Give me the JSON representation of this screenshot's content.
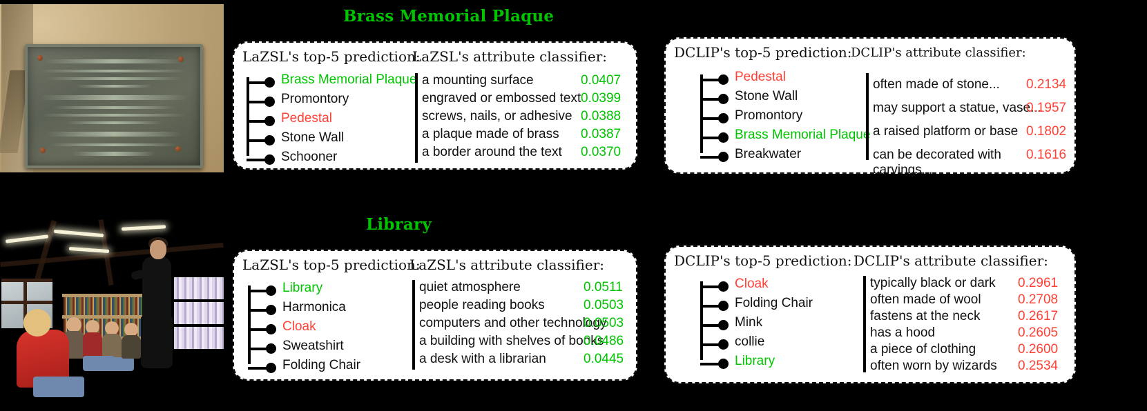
{
  "rows": [
    {
      "id": "brass-memorial-plaque",
      "title": "Brass Memorial Plaque",
      "title_color": "#00c400",
      "image_name": "plaque-photo",
      "lazsl": {
        "prediction_heading": "LaZSL's top-5 prediction:",
        "classifier_heading": "LaZSL's attribute classifier:",
        "predictions": [
          {
            "label": "Brass Memorial Plaque",
            "style": "green"
          },
          {
            "label": "Promontory",
            "style": "plain"
          },
          {
            "label": "Pedestal",
            "style": "red"
          },
          {
            "label": "Stone Wall",
            "style": "plain"
          },
          {
            "label": "Schooner",
            "style": "plain"
          }
        ],
        "attributes": [
          {
            "text": "a mounting surface",
            "score": "0.0407"
          },
          {
            "text": "engraved or embossed text",
            "score": "0.0399"
          },
          {
            "text": "screws, nails, or adhesive",
            "score": "0.0388"
          },
          {
            "text": "a plaque made of brass",
            "score": "0.0387"
          },
          {
            "text": "a border around the text",
            "score": "0.0370"
          }
        ],
        "score_color": "green"
      },
      "dclip": {
        "prediction_heading": "DCLIP's top-5 prediction:",
        "classifier_heading": "DCLIP's attribute classifier:",
        "predictions": [
          {
            "label": "Pedestal",
            "style": "red"
          },
          {
            "label": "Stone Wall",
            "style": "plain"
          },
          {
            "label": "Promontory",
            "style": "plain"
          },
          {
            "label": "Brass Memorial Plaque",
            "style": "green"
          },
          {
            "label": "Breakwater",
            "style": "plain"
          }
        ],
        "attributes": [
          {
            "text": "often made of stone...",
            "score": "0.2134"
          },
          {
            "text": "may support a statue, vase...",
            "score": "0.1957"
          },
          {
            "text": "a raised platform or base",
            "score": "0.1802"
          },
          {
            "text": "can be decorated with",
            "score": "0.1616"
          },
          {
            "text": "carvings...",
            "score": ""
          }
        ],
        "score_color": "red"
      }
    },
    {
      "id": "library",
      "title": "Library",
      "title_color": "#00c400",
      "image_name": "library-photo",
      "lazsl": {
        "prediction_heading": "LaZSL's top-5 prediction:",
        "classifier_heading": "LaZSL's attribute classifier:",
        "predictions": [
          {
            "label": "Library",
            "style": "green"
          },
          {
            "label": "Harmonica",
            "style": "plain"
          },
          {
            "label": "Cloak",
            "style": "red"
          },
          {
            "label": "Sweatshirt",
            "style": "plain"
          },
          {
            "label": "Folding Chair",
            "style": "plain"
          }
        ],
        "attributes": [
          {
            "text": "quiet atmosphere",
            "score": "0.0511"
          },
          {
            "text": "people reading books",
            "score": "0.0503"
          },
          {
            "text": "computers and other technology",
            "score": "0.0503"
          },
          {
            "text": "a building with shelves of books",
            "score": "0.0486"
          },
          {
            "text": "a desk with a librarian",
            "score": "0.0445"
          }
        ],
        "score_color": "green"
      },
      "dclip": {
        "prediction_heading": "DCLIP's top-5 prediction:",
        "classifier_heading": "DCLIP's attribute classifier:",
        "predictions": [
          {
            "label": "Cloak",
            "style": "red"
          },
          {
            "label": "Folding Chair",
            "style": "plain"
          },
          {
            "label": "Mink",
            "style": "plain"
          },
          {
            "label": "collie",
            "style": "plain"
          },
          {
            "label": "Library",
            "style": "green"
          }
        ],
        "attributes": [
          {
            "text": "typically black or dark",
            "score": "0.2961"
          },
          {
            "text": "often made of wool",
            "score": "0.2708"
          },
          {
            "text": "fastens at the neck",
            "score": "0.2617"
          },
          {
            "text": "has a hood",
            "score": "0.2605"
          },
          {
            "text": "a piece of clothing",
            "score": "0.2600"
          },
          {
            "text": "often worn by wizards",
            "score": "0.2534"
          }
        ],
        "score_color": "red"
      }
    }
  ],
  "colors": {
    "correct": "#00c400",
    "incorrect": "#ff4136",
    "background": "#000000",
    "panel": "#ffffff"
  }
}
